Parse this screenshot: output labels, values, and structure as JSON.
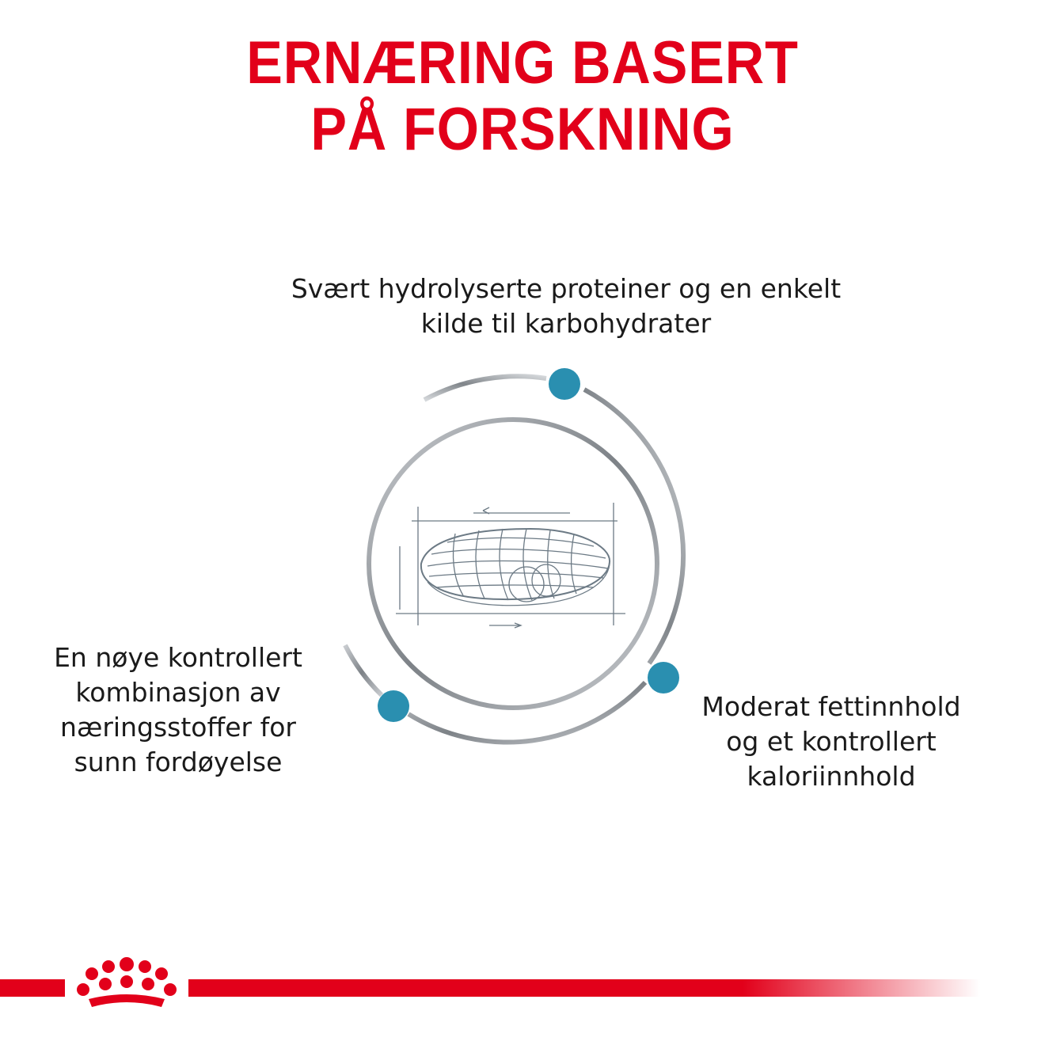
{
  "title": {
    "line1": "ERNÆRING BASERT",
    "line2": "PÅ FORSKNING"
  },
  "benefits": {
    "top": [
      "Svært hydrolyserte proteiner og en enkelt",
      "kilde til karbohydrater"
    ],
    "left": [
      "En nøye kontrollert",
      "kombinasjon av",
      "næringsstoffer for",
      "sunn fordøyelse"
    ],
    "right": [
      "Moderat fettinnhold",
      "og et kontrollert",
      "kaloriinnhold"
    ]
  },
  "colors": {
    "accent": "#e2001a",
    "dot": "#2a8fb0",
    "ring": "#8a8f94"
  },
  "icons": {
    "kibble": "kibble-sketch-icon",
    "logo": "crown-logo-icon"
  }
}
